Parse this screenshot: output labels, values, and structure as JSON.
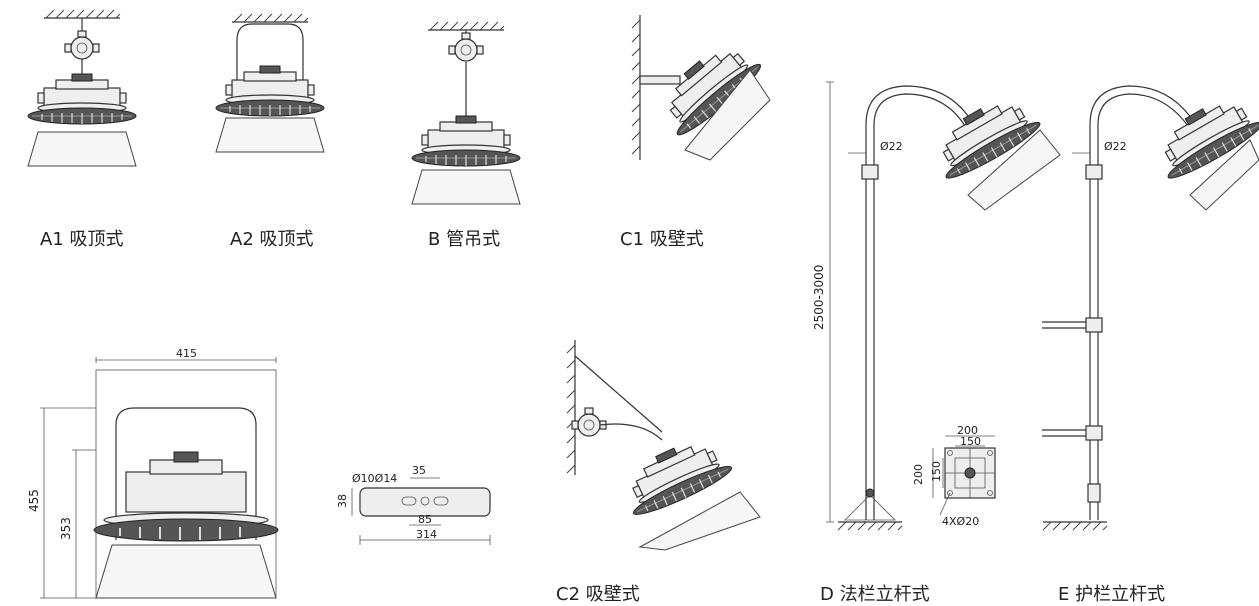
{
  "labels": {
    "a1": "A1 吸顶式",
    "a2": "A2 吸顶式",
    "b": "B 管吊式",
    "c1": "C1 吸壁式",
    "c2": "C2 吸壁式",
    "d": "D 法栏立杆式",
    "e": "E 护栏立杆式"
  },
  "dimensions": {
    "width_415": "415",
    "height_455": "455",
    "height_353": "353",
    "bracket_35": "35",
    "bracket_holes": "Ø10Ø14",
    "bracket_38": "38",
    "bracket_85": "85",
    "bracket_314": "314",
    "pole_height": "2500-3000",
    "pole_d_dia": "Ø22",
    "pole_e_dia": "Ø22",
    "base_200_top": "200",
    "base_150_top": "150",
    "base_200_left": "200",
    "base_150_left": "150",
    "base_holes": "4XØ20"
  }
}
